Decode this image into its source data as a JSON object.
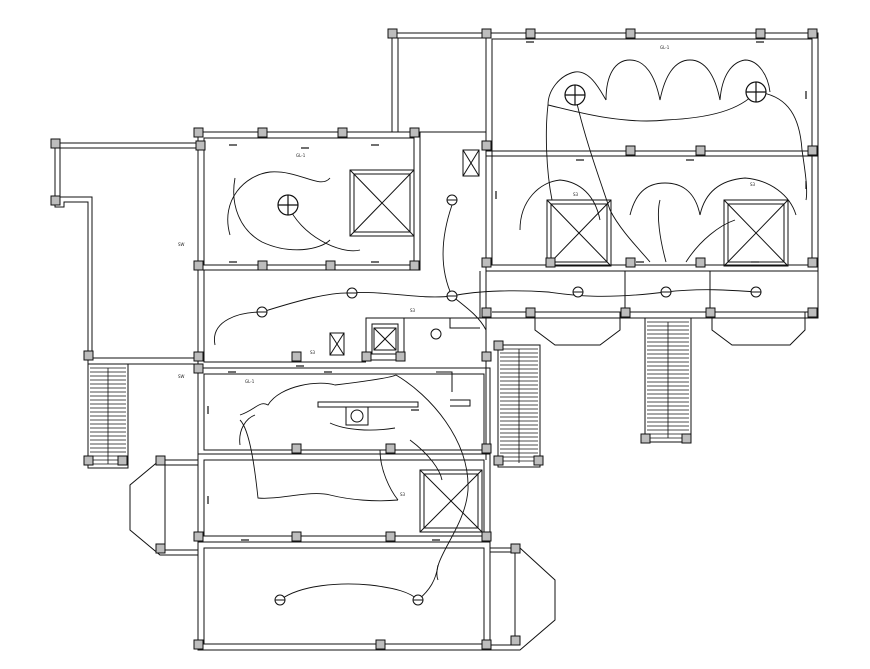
{
  "drawing": {
    "background": "#ffffff",
    "line_color": "#111111",
    "column_fill": "#bdbdbd",
    "pad_fill": "#1a1a1a"
  },
  "labels": {
    "panel_upper": "GL-1",
    "panel_mid": "GL-1",
    "panel_lower": "GL-1",
    "switch_left_top": "SW",
    "switch_left_bottom": "SW",
    "outlet_a": "S3",
    "outlet_b": "S3",
    "outlet_c": "S3",
    "outlet_d": "S3",
    "outlet_e": "S3"
  }
}
